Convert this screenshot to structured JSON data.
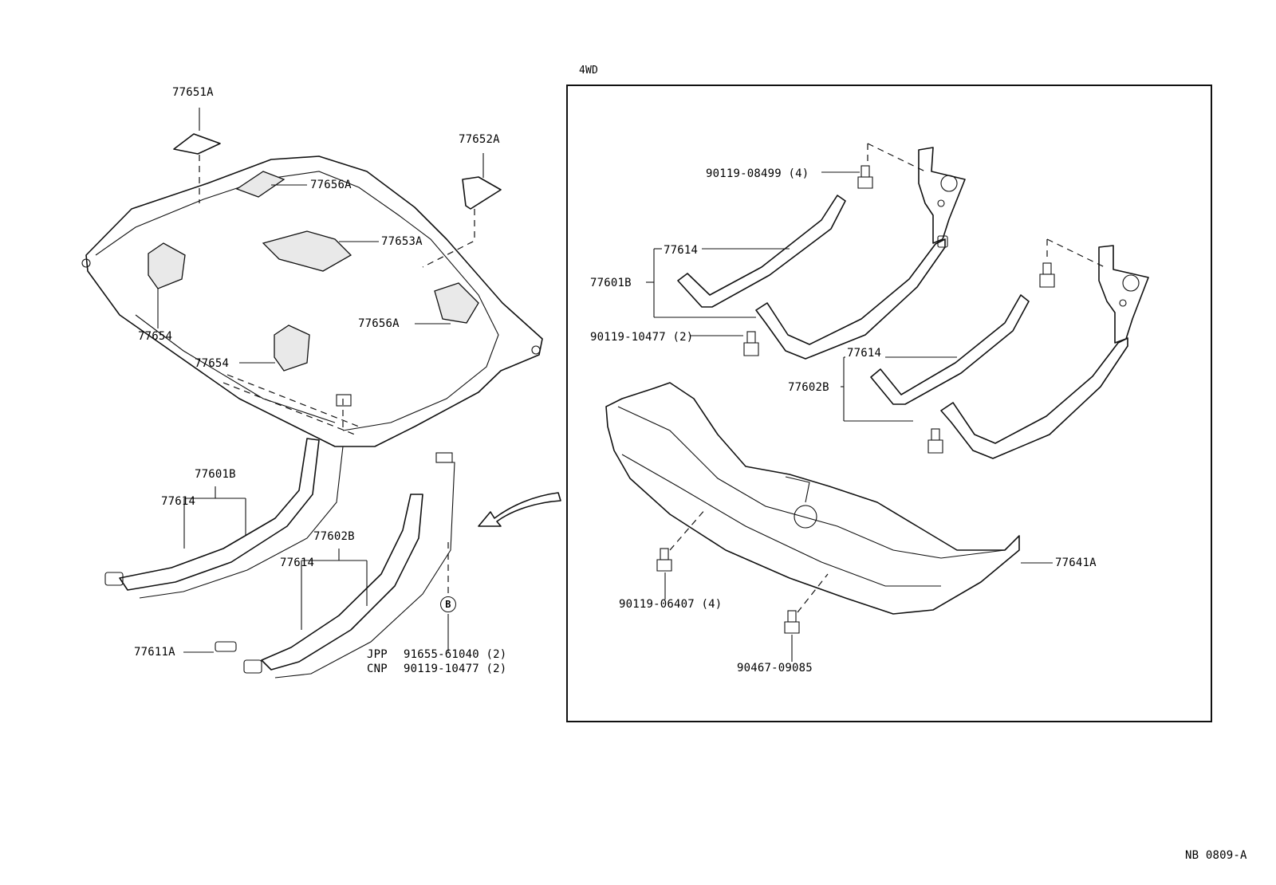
{
  "inset": {
    "title": "4WD"
  },
  "left_labels": {
    "p77651A": "77651A",
    "p77652A": "77652A",
    "p77656A_top": "77656A",
    "p77653A": "77653A",
    "p77656A_mid": "77656A",
    "p77654_a": "77654",
    "p77654_b": "77654",
    "p77601B": "77601B",
    "p77614_a": "77614",
    "p77602B": "77602B",
    "p77614_b": "77614",
    "p77611A": "77611A",
    "jpp": "JPP",
    "jpp_part": "91655-61040 (2)",
    "cnp": "CNP",
    "cnp_part": "90119-10477 (2)",
    "callout_b": "B"
  },
  "inset_labels": {
    "bolt_08499": "90119-08499 (4)",
    "p77614_a": "77614",
    "p77601B": "77601B",
    "bolt_10477": "90119-10477 (2)",
    "p77614_b": "77614",
    "p77602B": "77602B",
    "p77641A": "77641A",
    "bolt_06407": "90119-06407 (4)",
    "bolt_09085": "90467-09085"
  },
  "footer": {
    "ref": "NB  0809-A"
  }
}
